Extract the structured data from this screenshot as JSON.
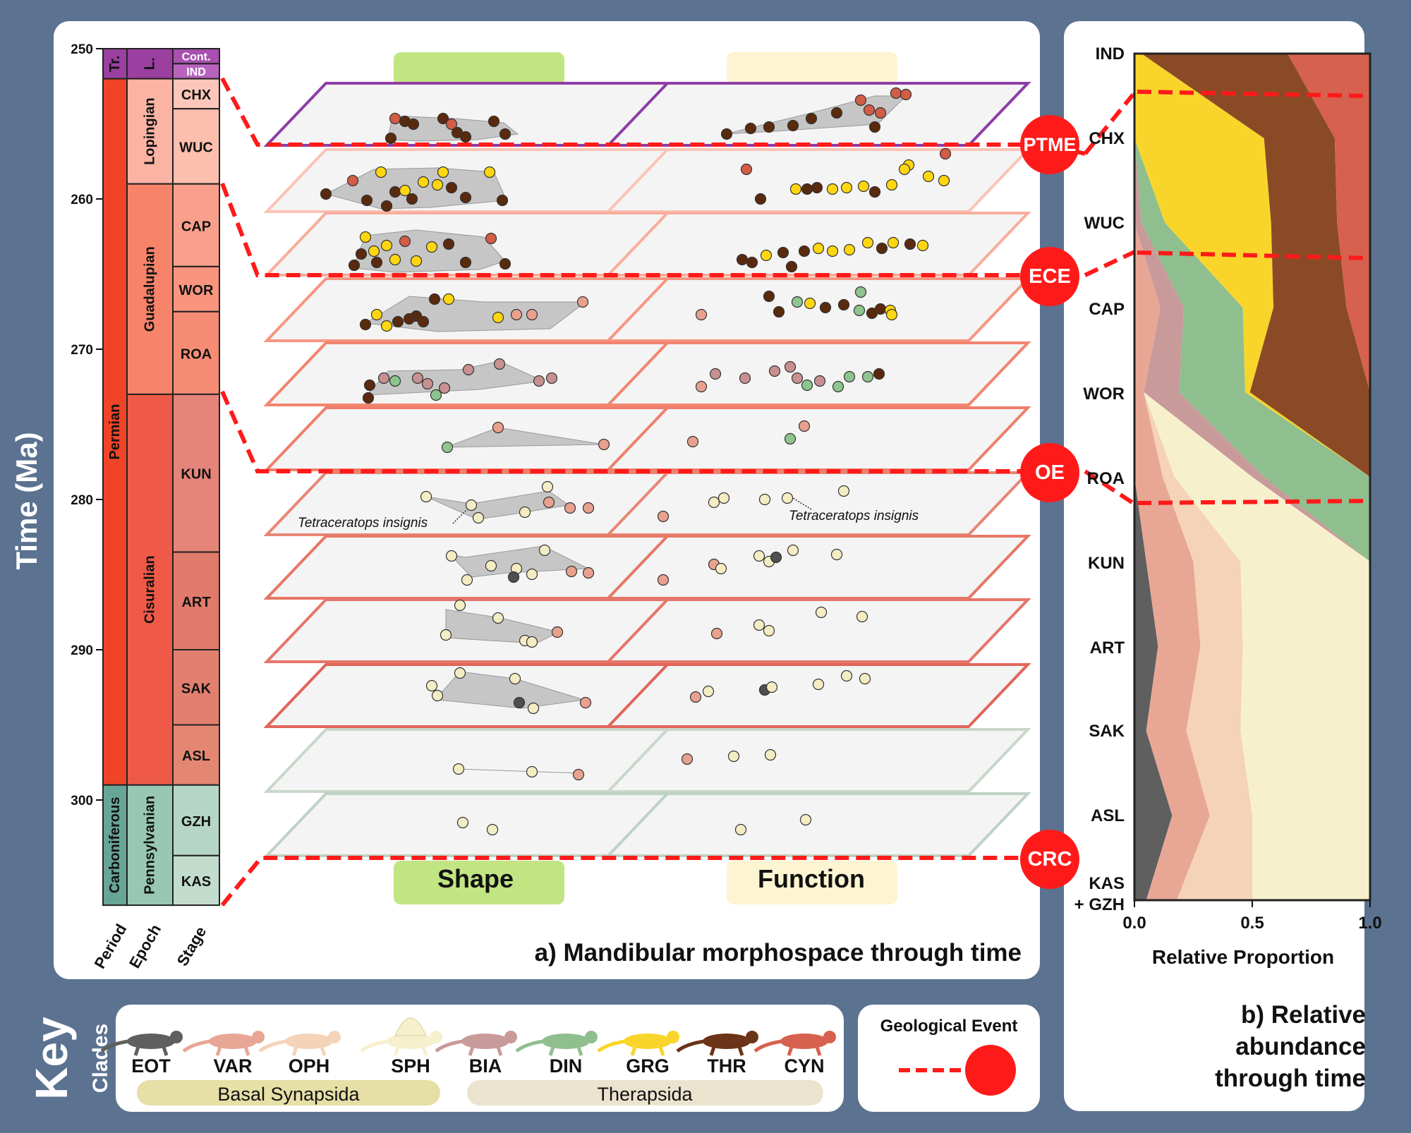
{
  "y_axis_title": "Time (Ma)",
  "ticks": [
    "250",
    "260",
    "270",
    "280",
    "290",
    "300"
  ],
  "timescale": {
    "column_labels": [
      "Period",
      "Epoch",
      "Stage"
    ],
    "periods": [
      {
        "label": "Tr.",
        "top": 250,
        "bot": 252,
        "color": "#9b3fa0"
      },
      {
        "label": "Permian",
        "top": 252,
        "bot": 299,
        "color": "#f04428"
      },
      {
        "label": "Carboniferous",
        "top": 299,
        "bot": 307,
        "color": "#67a597"
      }
    ],
    "epochs": [
      {
        "label": "L.",
        "top": 250,
        "bot": 252,
        "color": "#9b3fa0"
      },
      {
        "label": "Lopingian",
        "top": 252,
        "bot": 259,
        "color": "#fbb3a4"
      },
      {
        "label": "Guadalupian",
        "top": 259,
        "bot": 273,
        "color": "#f7846a"
      },
      {
        "label": "Cisuralian",
        "top": 273,
        "bot": 299,
        "color": "#ef5a48"
      },
      {
        "label": "Pennsylvanian",
        "top": 299,
        "bot": 307,
        "color": "#98c8b4"
      }
    ],
    "stages": [
      {
        "label": "Cont.",
        "top": 250,
        "bot": 251,
        "color": "#a84fb0"
      },
      {
        "label": "IND",
        "top": 251,
        "bot": 252,
        "color": "#b863bd"
      },
      {
        "label": "CHX",
        "top": 252,
        "bot": 254,
        "color": "#fcc7ba"
      },
      {
        "label": "WUC",
        "top": 254,
        "bot": 259,
        "color": "#fcbfae"
      },
      {
        "label": "CAP",
        "top": 259,
        "bot": 264.5,
        "color": "#f9a08c"
      },
      {
        "label": "WOR",
        "top": 264.5,
        "bot": 267.5,
        "color": "#f9957e"
      },
      {
        "label": "ROA",
        "top": 267.5,
        "bot": 273,
        "color": "#f78c75"
      },
      {
        "label": "KUN",
        "top": 273,
        "bot": 283.5,
        "color": "#e5857a"
      },
      {
        "label": "ART",
        "top": 283.5,
        "bot": 290,
        "color": "#e07a6a"
      },
      {
        "label": "SAK",
        "top": 290,
        "bot": 295,
        "color": "#e28070"
      },
      {
        "label": "ASL",
        "top": 295,
        "bot": 299,
        "color": "#e48772"
      },
      {
        "label": "GZH",
        "top": 299,
        "bot": 303.7,
        "color": "#b5d6c6"
      },
      {
        "label": "KAS",
        "top": 303.7,
        "bot": 307,
        "color": "#c2dccd"
      }
    ]
  },
  "panel_a": {
    "title": "a) Mandibular morphospace through time",
    "shape_label": "Shape",
    "function_label": "Function",
    "annotation_shape": "Tetraceratops insignis",
    "annotation_function": "Tetraceratops insignis"
  },
  "events": [
    {
      "label": "PTME",
      "color": "#ff1a1a"
    },
    {
      "label": "ECE",
      "color": "#ff1a1a"
    },
    {
      "label": "OE",
      "color": "#ff1a1a"
    },
    {
      "label": "CRC",
      "color": "#ff1a1a"
    }
  ],
  "panel_b": {
    "title_lines": [
      "b) Relative",
      "abundance",
      "through time"
    ],
    "xlabel": "Relative Proportion",
    "x_ticks": [
      "0.0",
      "0.5",
      "1.0"
    ],
    "stage_labels": [
      "IND",
      "CHX",
      "WUC",
      "CAP",
      "WOR",
      "ROA",
      "KUN",
      "ART",
      "SAK",
      "ASL",
      "KAS",
      "+ GZH"
    ]
  },
  "chart_data": {
    "type": "area",
    "title": "b) Relative abundance through time",
    "xlabel": "Relative Proportion",
    "xlim": [
      0,
      1
    ],
    "categories": [
      "IND",
      "CHX",
      "WUC",
      "CAP",
      "WOR",
      "ROA",
      "KUN",
      "ART",
      "SAK",
      "ASL",
      "KAS + GZH"
    ],
    "stacked": true,
    "series": [
      {
        "name": "EOT",
        "color": "#5f5f5f",
        "values": [
          0,
          0,
          0,
          0,
          0,
          0,
          0.05,
          0.1,
          0.05,
          0.16,
          0.05
        ]
      },
      {
        "name": "VAR",
        "color": "#e8a795",
        "values": [
          0,
          0,
          0,
          0.11,
          0.04,
          0.12,
          0.2,
          0.18,
          0.17,
          0.16,
          0.13
        ]
      },
      {
        "name": "OPH",
        "color": "#f5d3b8",
        "values": [
          0,
          0,
          0,
          0,
          0,
          0.05,
          0.2,
          0.18,
          0.23,
          0.18,
          0.32
        ]
      },
      {
        "name": "SPH",
        "color": "#f7f0cd",
        "values": [
          0,
          0,
          0,
          0,
          0,
          0.33,
          0.55,
          0.54,
          0.55,
          0.5,
          0.5
        ]
      },
      {
        "name": "BIA",
        "color": "#c99a9a",
        "values": [
          0,
          0,
          0.03,
          0.1,
          0.15,
          0.05,
          0,
          0,
          0,
          0,
          0
        ]
      },
      {
        "name": "DIN",
        "color": "#8fbf8f",
        "values": [
          0,
          0,
          0.1,
          0.25,
          0.28,
          0.45,
          0,
          0,
          0,
          0,
          0
        ]
      },
      {
        "name": "GRG",
        "color": "#f9d52b",
        "values": [
          0.03,
          0.55,
          0.45,
          0.13,
          0.02,
          0,
          0,
          0,
          0,
          0,
          0
        ]
      },
      {
        "name": "THR",
        "color": "#8b4a26",
        "values": [
          0.62,
          0.3,
          0.28,
          0.31,
          0.51,
          0,
          0,
          0,
          0,
          0,
          0
        ]
      },
      {
        "name": "CYN",
        "color": "#d6614e",
        "values": [
          0.35,
          0.15,
          0.14,
          0.1,
          0,
          0,
          0,
          0,
          0,
          0,
          0
        ]
      }
    ]
  },
  "key": {
    "title": "Key",
    "clades_label": "Clades",
    "clades": [
      {
        "code": "EOT",
        "color": "#5f5f5f"
      },
      {
        "code": "VAR",
        "color": "#e8a795"
      },
      {
        "code": "OPH",
        "color": "#f5d3b8"
      },
      {
        "code": "SPH",
        "color": "#f7f0cd"
      },
      {
        "code": "BIA",
        "color": "#c99a9a"
      },
      {
        "code": "DIN",
        "color": "#8fbf8f"
      },
      {
        "code": "GRG",
        "color": "#f9d52b"
      },
      {
        "code": "THR",
        "color": "#6b3318"
      },
      {
        "code": "CYN",
        "color": "#d6614e"
      }
    ],
    "groups": [
      "Basal Synapsida",
      "Therapsida"
    ],
    "event_box_title": "Geological Event"
  }
}
